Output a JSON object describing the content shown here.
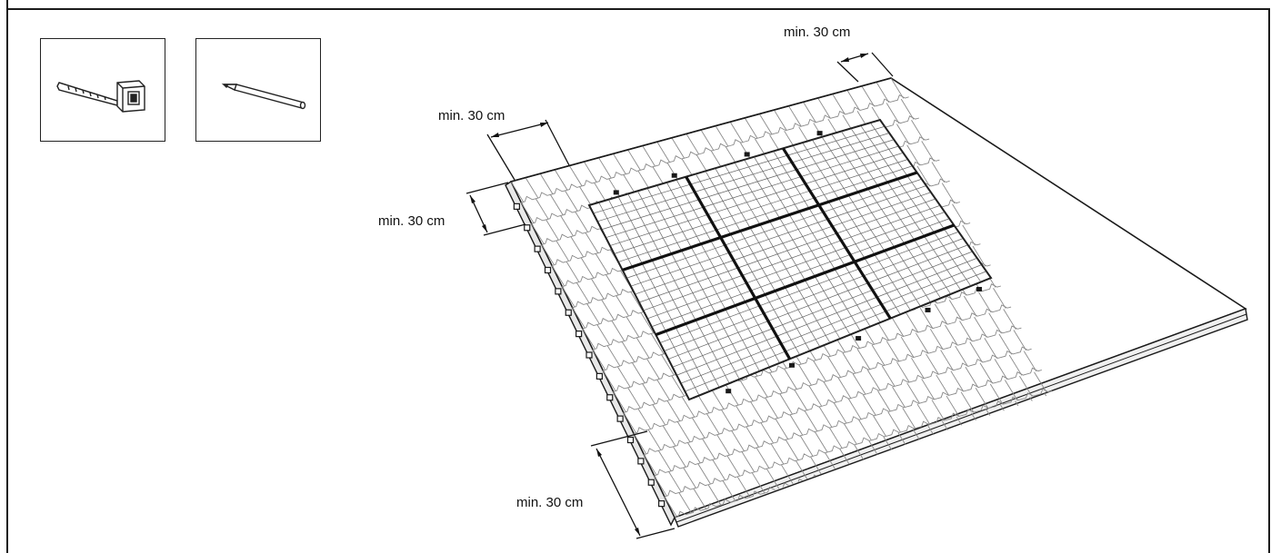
{
  "labels": {
    "top_right": "min. 30 cm",
    "top_left": "min. 30 cm",
    "left_side": "min. 30 cm",
    "bottom": "min. 30 cm"
  },
  "tools": [
    {
      "icon": "tape-measure-icon"
    },
    {
      "icon": "pencil-icon"
    }
  ],
  "colors": {
    "line": "#1a1a1a",
    "tile_line": "#7a7a7a",
    "panel_frame": "#222222"
  }
}
